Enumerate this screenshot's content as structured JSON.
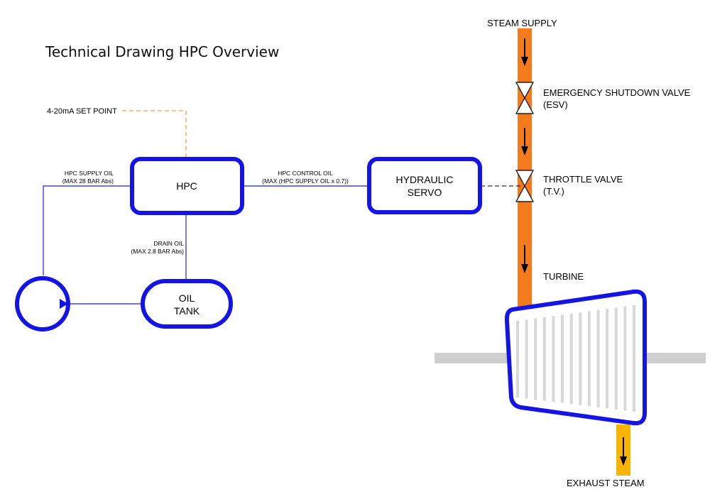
{
  "title": "Technical Drawing HPC Overview",
  "colors": {
    "line_blue": "#1a1aff",
    "box_blue": "#1414e6",
    "steam_orange": "#f47a1c",
    "exhaust_yellow": "#f7b500",
    "setpoint_orange": "#f5a04a",
    "shaft_gray": "#cfcfcf",
    "blade_gray": "#d8d8d8",
    "arrow_black": "#000000"
  },
  "labels": {
    "steam_supply": "STEAM SUPPLY",
    "esv_line1": "EMERGENCY SHUTDOWN VALVE",
    "esv_line2": "(ESV)",
    "tv_line1": "THROTTLE VALVE",
    "tv_line2": "(T.V.)",
    "turbine": "TURBINE",
    "exhaust_steam": "EXHAUST STEAM",
    "setpoint": "4-20mA SET POINT",
    "supply_oil_line1": "HPC SUPPLY OIL",
    "supply_oil_line2": "(MAX 28 BAR Abs)",
    "control_oil_line1": "HPC CONTROL OIL",
    "control_oil_line2": "(MAX (HPC SUPPLY OIL x 0.7))",
    "drain_oil_line1": "DRAIN OIL",
    "drain_oil_line2": "(MAX 2.8 BAR Abs)"
  },
  "boxes": {
    "hpc": "HPC",
    "servo_line1": "HYDRAULIC",
    "servo_line2": "SERVO",
    "tank_line1": "OIL",
    "tank_line2": "TANK"
  },
  "icons": {
    "pump": "pump-icon",
    "esv": "gate-valve-icon",
    "tv": "gate-valve-icon",
    "turbine": "turbine-icon"
  }
}
